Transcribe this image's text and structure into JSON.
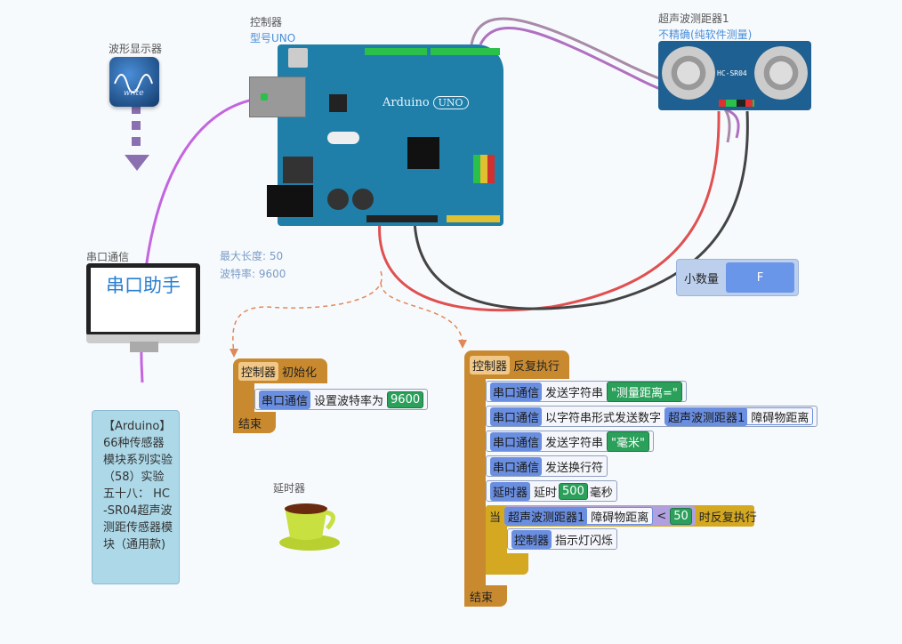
{
  "waveform": {
    "label": "波形显示器",
    "icon_text": "write"
  },
  "controller": {
    "label": "控制器",
    "model": "型号UNO",
    "board_text": "Arduino",
    "board_badge": "UNO"
  },
  "ultrasonic": {
    "label": "超声波测距器1",
    "note": "不精确(纯软件测量)",
    "chip_text": "HC-SR04"
  },
  "serial": {
    "label": "串口通信",
    "screen_text": "串口助手",
    "max_len": "最大长度: 50",
    "baud": "波特率: 9600"
  },
  "decimal": {
    "label": "小数量",
    "value": "F"
  },
  "delay_device": {
    "label": "延时器"
  },
  "description": "【Arduino】66种传感器模块系列实验（58）实验五十八：  HC-SR04超声波测距传感器模块（通用款)",
  "init_block": {
    "hat_chip": "控制器",
    "hat_text": "初始化",
    "cmd_chip": "串口通信",
    "cmd_text": "设置波特率为",
    "cmd_value": "9600",
    "end": "结束"
  },
  "loop_block": {
    "hat_chip": "控制器",
    "hat_text": "反复执行",
    "rows": [
      {
        "chip": "串口通信",
        "text": "发送字符串",
        "value": "\"测量距离=\""
      },
      {
        "chip": "串口通信",
        "text": "以字符串形式发送数字",
        "reporter_chip": "超声波测距器1",
        "reporter_text": "障碍物距离"
      },
      {
        "chip": "串口通信",
        "text": "发送字符串",
        "value": "\"毫米\""
      },
      {
        "chip": "串口通信",
        "text": "发送换行符"
      },
      {
        "chip": "延时器",
        "text": "延时",
        "value": "500",
        "suffix": "毫秒"
      }
    ],
    "while": {
      "keyword": "当",
      "reporter_chip": "超声波测距器1",
      "reporter_text": "障碍物距离",
      "op": "<",
      "value": "50",
      "suffix": "时反复执行",
      "inner_chip": "控制器",
      "inner_text": "指示灯闪烁"
    },
    "end": "结束"
  }
}
